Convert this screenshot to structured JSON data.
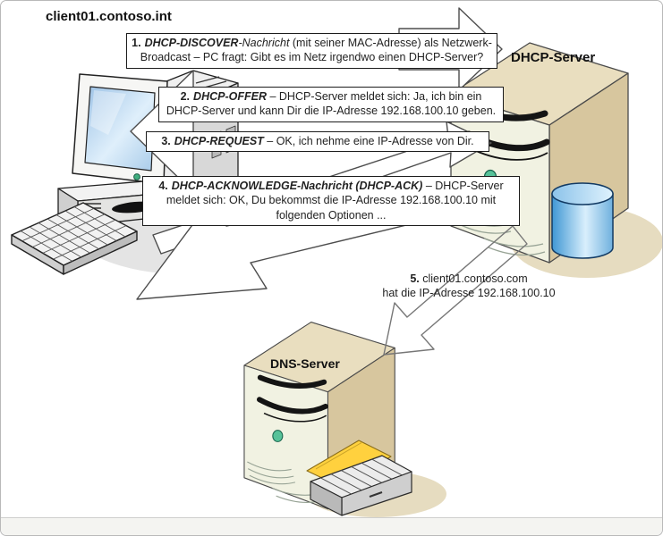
{
  "client": {
    "hostname": "client01.contoso.int"
  },
  "dhcp_server": {
    "label": "DHCP-Server"
  },
  "dns_server": {
    "label": "DNS-Server"
  },
  "messages": [
    {
      "num": "1.",
      "name": "DHCP-DISCOVER",
      "name_suffix": "-Nachricht",
      "text": " (mit seiner MAC-Adresse) als Netzwerk-Broadcast – PC fragt: Gibt es im Netz irgendwo einen DHCP-Server?"
    },
    {
      "num": "2.",
      "name": "DHCP-OFFER",
      "name_suffix": "",
      "text": " – DHCP-Server meldet sich: Ja, ich bin ein DHCP-Server und kann Dir die IP-Adresse 192.168.100.10 geben."
    },
    {
      "num": "3.",
      "name": "DHCP-REQUEST",
      "name_suffix": "",
      "text": " – OK, ich nehme eine IP-Adresse von Dir."
    },
    {
      "num": "4.",
      "name": "DHCP-ACKNOWLEDGE-Nachricht (DHCP-ACK)",
      "name_suffix": "",
      "text": " – DHCP-Server meldet sich: OK, Du bekommst die IP-Adresse 192.168.100.10 mit folgenden Optionen ..."
    }
  ],
  "dns_update": {
    "num": "5.",
    "line1": " client01.contoso.com",
    "line2": "hat die IP-Adresse 192.168.100.10"
  },
  "icons": {
    "client": "desktop-computer-icon",
    "dhcp": "server-tower-icon",
    "dns": "server-tower-icon",
    "database": "database-cylinder-icon",
    "records": "card-file-icon"
  },
  "colors": {
    "server_top": "#e9debf",
    "server_side": "#d7c69e",
    "server_front": "#f1f2e2",
    "database_blue": "#5aa7dd",
    "led_green": "#57c299",
    "shadow_tan": "#e6dcc0",
    "paper_yellow": "#ffd13e",
    "outline": "#333333"
  }
}
